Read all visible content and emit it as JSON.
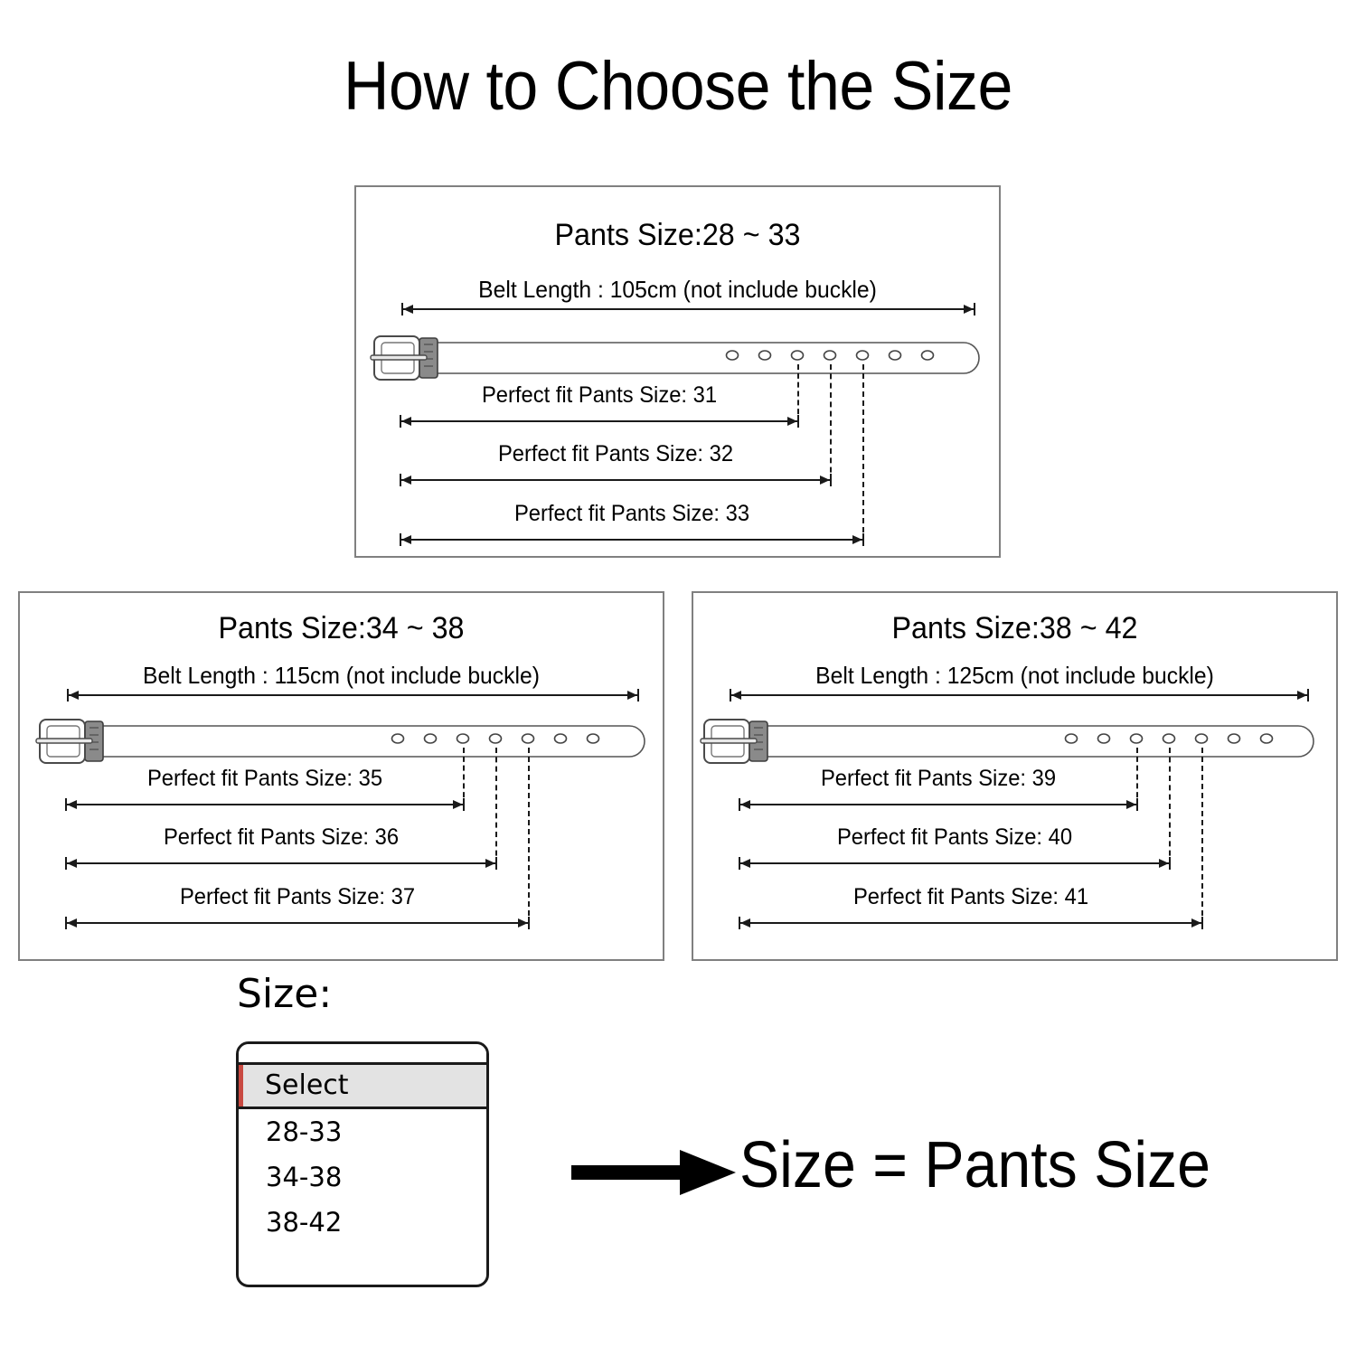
{
  "title": "How to Choose the Size",
  "panels": [
    {
      "id": "panel-1",
      "pants_size_title": "Pants Size:28 ~ 33",
      "belt_length_label": "Belt Length : 105cm (not include buckle)",
      "belt_length_cm": 105,
      "holes": 7,
      "fits": [
        {
          "label": "Perfect fit Pants Size: 31",
          "size": 31
        },
        {
          "label": "Perfect fit Pants Size: 32",
          "size": 32
        },
        {
          "label": "Perfect fit Pants Size: 33",
          "size": 33
        }
      ]
    },
    {
      "id": "panel-2",
      "pants_size_title": "Pants Size:34 ~ 38",
      "belt_length_label": "Belt Length : 115cm (not include buckle)",
      "belt_length_cm": 115,
      "holes": 7,
      "fits": [
        {
          "label": "Perfect fit Pants Size: 35",
          "size": 35
        },
        {
          "label": "Perfect fit Pants Size: 36",
          "size": 36
        },
        {
          "label": "Perfect fit Pants Size: 37",
          "size": 37
        }
      ]
    },
    {
      "id": "panel-3",
      "pants_size_title": "Pants Size:38 ~ 42",
      "belt_length_label": "Belt Length : 125cm (not include buckle)",
      "belt_length_cm": 125,
      "holes": 7,
      "fits": [
        {
          "label": "Perfect fit Pants Size: 39",
          "size": 39
        },
        {
          "label": "Perfect fit Pants Size: 40",
          "size": 40
        },
        {
          "label": "Perfect fit Pants Size: 41",
          "size": 41
        }
      ]
    }
  ],
  "size_selector": {
    "label": "Size:",
    "selected": "Select",
    "options": [
      "28-33",
      "34-38",
      "38-42"
    ],
    "accent_color": "#c94a42",
    "highlight_color": "#e3e3e3"
  },
  "conclusion": {
    "arrow_icon": "right-arrow-icon",
    "text": "Size = Pants Size"
  },
  "colors": {
    "panel_border": "#808080",
    "line": "#1a1a1a",
    "belt_outline": "#555555",
    "buckle_fill": "#ffffff",
    "keeper_fill": "#6e6e6e",
    "background": "#ffffff"
  }
}
